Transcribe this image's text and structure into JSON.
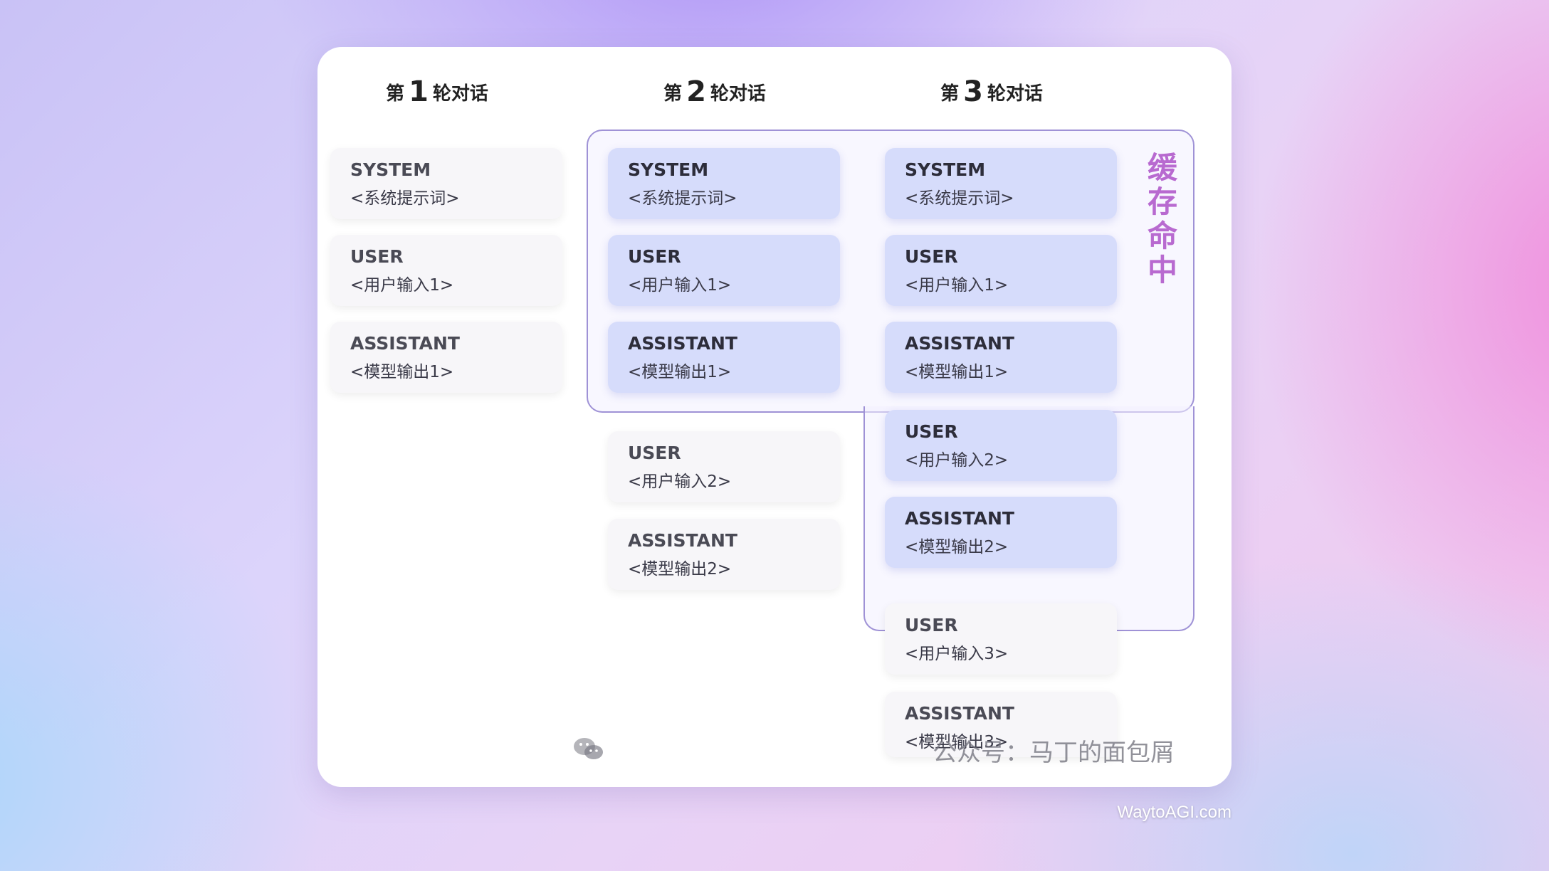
{
  "columns": [
    {
      "prefix": "第",
      "number": "1",
      "suffix": "轮对话",
      "messages": [
        {
          "role": "SYSTEM",
          "content": "<系统提示词>",
          "cached": false
        },
        {
          "role": "USER",
          "content": "<用户输入1>",
          "cached": false
        },
        {
          "role": "ASSISTANT",
          "content": "<模型输出1>",
          "cached": false
        }
      ]
    },
    {
      "prefix": "第",
      "number": "2",
      "suffix": "轮对话",
      "messages": [
        {
          "role": "SYSTEM",
          "content": "<系统提示词>",
          "cached": true
        },
        {
          "role": "USER",
          "content": "<用户输入1>",
          "cached": true
        },
        {
          "role": "ASSISTANT",
          "content": "<模型输出1>",
          "cached": true
        },
        {
          "role": "USER",
          "content": "<用户输入2>",
          "cached": false
        },
        {
          "role": "ASSISTANT",
          "content": "<模型输出2>",
          "cached": false
        }
      ]
    },
    {
      "prefix": "第",
      "number": "3",
      "suffix": "轮对话",
      "messages": [
        {
          "role": "SYSTEM",
          "content": "<系统提示词>",
          "cached": true
        },
        {
          "role": "USER",
          "content": "<用户输入1>",
          "cached": true
        },
        {
          "role": "ASSISTANT",
          "content": "<模型输出1>",
          "cached": true
        },
        {
          "role": "USER",
          "content": "<用户输入2>",
          "cached": true
        },
        {
          "role": "ASSISTANT",
          "content": "<模型输出2>",
          "cached": true
        },
        {
          "role": "USER",
          "content": "<用户输入3>",
          "cached": false
        },
        {
          "role": "ASSISTANT",
          "content": "<模型输出3>",
          "cached": false
        }
      ]
    }
  ],
  "cache_label": "缓存命中",
  "watermark": "公众号：马丁的面包屑",
  "site": "WaytoAGI.com",
  "colors": {
    "cached_fill": "#d6dcfb",
    "plain_fill": "#f7f6f9",
    "cache_border": "#9f92d6",
    "cache_label": "#b86ad0"
  }
}
